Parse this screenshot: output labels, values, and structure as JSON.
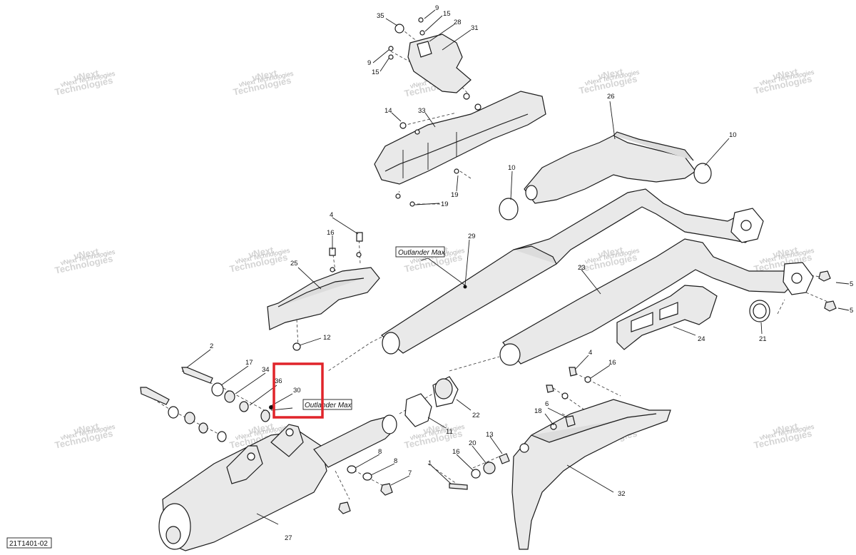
{
  "diagram_code": "21T1401-02",
  "watermark": {
    "line1": "vNext",
    "line2": "Technologies",
    "line3": "vNext Technologies"
  },
  "callouts": {
    "variant_label_upper": "Outlander Max",
    "variant_label_lower": "Outlander Max"
  },
  "part_labels": {
    "p1": "1",
    "p2": "2",
    "p4a": "4",
    "p4b": "4",
    "p6": "6",
    "p7": "7",
    "p8a": "8",
    "p8b": "8",
    "p9a": "9",
    "p9b": "9",
    "p10a": "10",
    "p10b": "10",
    "p11": "11",
    "p12": "12",
    "p13": "13",
    "p14": "14",
    "p15a": "15",
    "p15b": "15",
    "p16a": "16",
    "p16b": "16",
    "p16c": "16",
    "p17": "17",
    "p18": "18",
    "p19a": "19",
    "p19b": "19",
    "p20": "20",
    "p21": "21",
    "p22": "22",
    "p23": "23",
    "p24": "24",
    "p25": "25",
    "p26": "26",
    "p27": "27",
    "p28": "28",
    "p29": "29",
    "p30": "30",
    "p31": "31",
    "p32": "32",
    "p33": "33",
    "p34": "34",
    "p35": "35",
    "p36": "36",
    "p5a": "5",
    "p5b": "5"
  },
  "colors": {
    "highlight": "#e0242a",
    "line": "#1a1a1a"
  }
}
